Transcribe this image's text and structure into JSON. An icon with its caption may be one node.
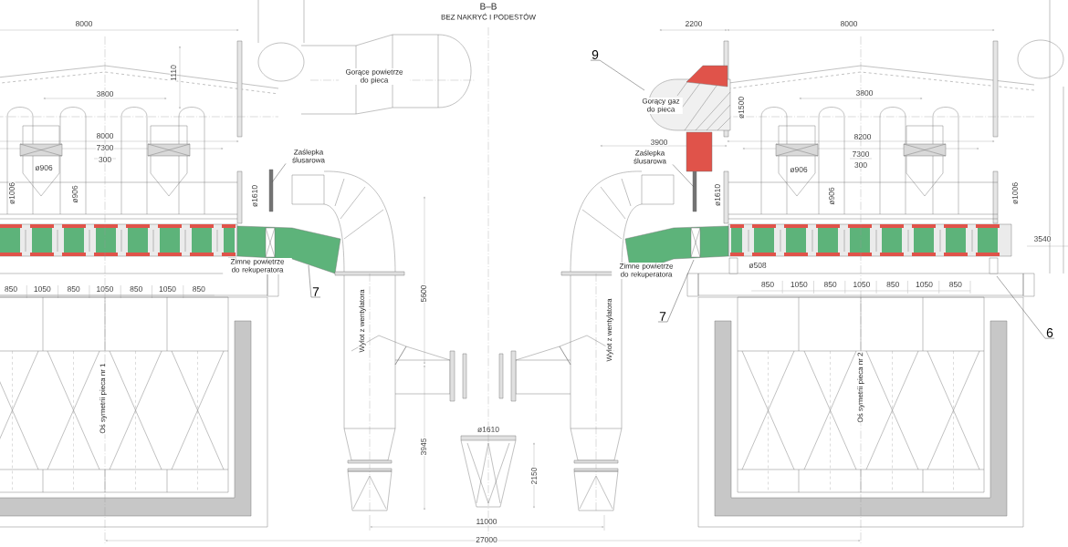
{
  "diagram": {
    "nodes": [
      {
        "text": [
          "Zaślepka ślusarowa"
        ]
      },
      {
        "text": [
          "7"
        ]
      },
      {
        "text": [
          "9"
        ]
      },
      {
        "text": [
          "Zaślepka ślusarowa"
        ]
      },
      {
        "text": [
          "7"
        ]
      },
      {
        "text": [
          "6"
        ]
      },
      {
        "text": [
          "Gorący gaz do pieca"
        ]
      }
    ],
    "edges": [
      {
        "from": 0,
        "to": null,
        "arrow": "none"
      },
      {
        "from": 1,
        "to": null,
        "arrow": "none"
      },
      {
        "from": 2,
        "to": 6,
        "arrow": "none"
      },
      {
        "from": 3,
        "to": null,
        "arrow": "none"
      },
      {
        "from": 4,
        "to": null,
        "arrow": "none"
      },
      {
        "from": 5,
        "to": null,
        "arrow": "none"
      }
    ],
    "labels": [
      "B–B",
      "BEZ NAKRYĆ I PODESTÓW",
      "8000",
      "1110",
      "Gorące powietrze do pieca",
      "3800",
      "8000",
      "7300",
      "300",
      "ø906",
      "ø1006",
      "ø906",
      "ø1610",
      "Zimne powietrze do rekuperatora",
      "850",
      "1050",
      "850",
      "1050",
      "850",
      "1050",
      "850",
      "5600",
      "Wylot z wentylatora",
      "Oś symetrii pieca nr 1",
      "3945",
      "ø1610",
      "2150",
      "11000",
      "27000",
      "2200",
      "8000",
      "ø1500",
      "3900",
      "3800",
      "8200",
      "7300",
      "300",
      "ø906",
      "ø1610",
      "ø906",
      "ø1006",
      "3540",
      "ø508",
      "Zimne powietrze do rekuperatora",
      "850",
      "1050",
      "850",
      "1050",
      "850",
      "1050",
      "850",
      "Wylot z wentylatora",
      "Oś symetrii pieca nr 2"
    ]
  }
}
